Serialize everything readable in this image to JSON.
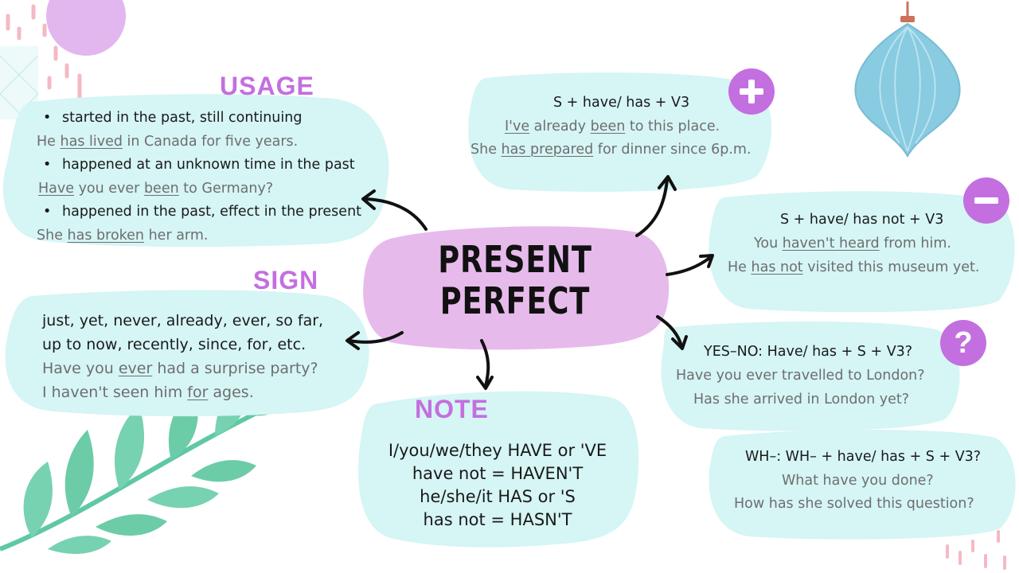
{
  "center": {
    "line1": "PRESENT",
    "line2": "PERFECT"
  },
  "usage": {
    "heading": "USAGE",
    "items": [
      {
        "bullet": "started in the past, still continuing",
        "example_parts": [
          "He ",
          "has lived",
          " in Canada for five years."
        ]
      },
      {
        "bullet": "happened at an unknown time in the past",
        "example_parts": [
          "Have",
          " you ever ",
          "been",
          " to Germany?"
        ]
      },
      {
        "bullet": "happened in the past, effect in the present",
        "example_parts": [
          "She ",
          "has broken",
          " her arm."
        ]
      }
    ]
  },
  "sign": {
    "heading": "SIGN",
    "line1": "just, yet, never, already, ever, so far,",
    "line2": "up to now, recently, since, for, etc.",
    "example1_parts": [
      "Have you ",
      "ever",
      " had a surprise party?"
    ],
    "example2_parts": [
      "I haven't seen him ",
      "for",
      " ages."
    ]
  },
  "note": {
    "heading": "NOTE",
    "lines": [
      "I/you/we/they HAVE or 'VE",
      "have not = HAVEN'T",
      "he/she/it HAS or 'S",
      "has not = HASN'T"
    ]
  },
  "positive": {
    "badge": "+",
    "formula": "S + have/ has + V3",
    "example1_parts": [
      "I",
      "'ve",
      " already ",
      "been",
      " to this place."
    ],
    "example2_parts": [
      "She ",
      "has prepared",
      " for dinner since 6p.m."
    ]
  },
  "negative": {
    "badge": "−",
    "formula": "S + have/ has not + V3",
    "example1_parts": [
      "You ",
      "haven't heard",
      " from him."
    ],
    "example2_parts": [
      "He ",
      "has not",
      " visited this museum yet."
    ]
  },
  "question": {
    "badge": "?",
    "yesno_formula": "YES–NO: Have/ has + S + V3?",
    "yesno_example1": "Have you ever travelled to London?",
    "yesno_example2": "Has she arrived in London yet?",
    "wh_formula": "WH–:  WH– + have/ has + S + V3?",
    "wh_example1": "What have you done?",
    "wh_example2": "How has she solved this question?"
  },
  "colors": {
    "accent": "#c36fe0",
    "blob": "#d6f5f5",
    "center_blob": "#e7baec",
    "example_text": "#6e6e6e"
  },
  "icons": [
    "plus-icon",
    "minus-icon",
    "question-icon",
    "ornament-icon",
    "leaf-branch-icon"
  ]
}
